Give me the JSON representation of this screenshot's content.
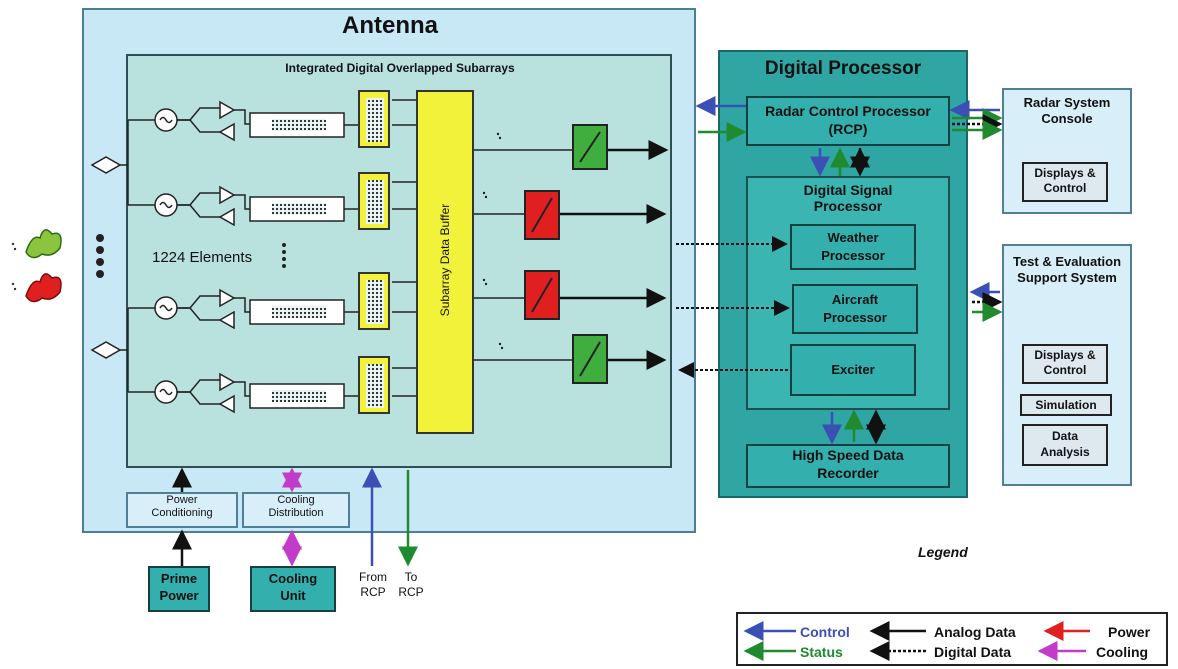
{
  "antenna": {
    "title": "Antenna",
    "subarrays_title": "Integrated Digital Overlapped Subarrays",
    "elements_label": "1224 Elements",
    "buffer_label": "Subarray Data Buffer",
    "power_conditioning": "Power Conditioning",
    "cooling_distribution": "Cooling Distribution"
  },
  "external": {
    "prime_power": "Prime Power",
    "cooling_unit": "Cooling Unit",
    "from_rcp": "From RCP",
    "to_rcp": "To RCP"
  },
  "digital_processor": {
    "title": "Digital Processor",
    "rcp": "Radar Control Processor (RCP)",
    "dsp": "Digital Signal Processor",
    "weather": "Weather Processor",
    "aircraft": "Aircraft Processor",
    "exciter": "Exciter",
    "recorder": "High Speed Data Recorder"
  },
  "console": {
    "title": "Radar System Console",
    "displays": "Displays & Control"
  },
  "test_eval": {
    "title": "Test & Evaluation Support System",
    "displays": "Displays & Control",
    "simulation": "Simulation",
    "analysis": "Data Analysis"
  },
  "legend": {
    "title": "Legend",
    "control": "Control",
    "status": "Status",
    "analog": "Analog Data",
    "digital": "Digital Data",
    "power": "Power",
    "cooling": "Cooling"
  },
  "colors": {
    "control": "#3c4fb5",
    "status": "#1f8a2e",
    "analog": "#111111",
    "digital": "#111111",
    "power": "#e02020",
    "cooling": "#c23bc9",
    "antenna_bg": "#c9e8f6",
    "processor_bg": "#2fa6a3",
    "buffer": "#f2f23a",
    "green_module": "#3fae3f",
    "red_module": "#e02020"
  }
}
